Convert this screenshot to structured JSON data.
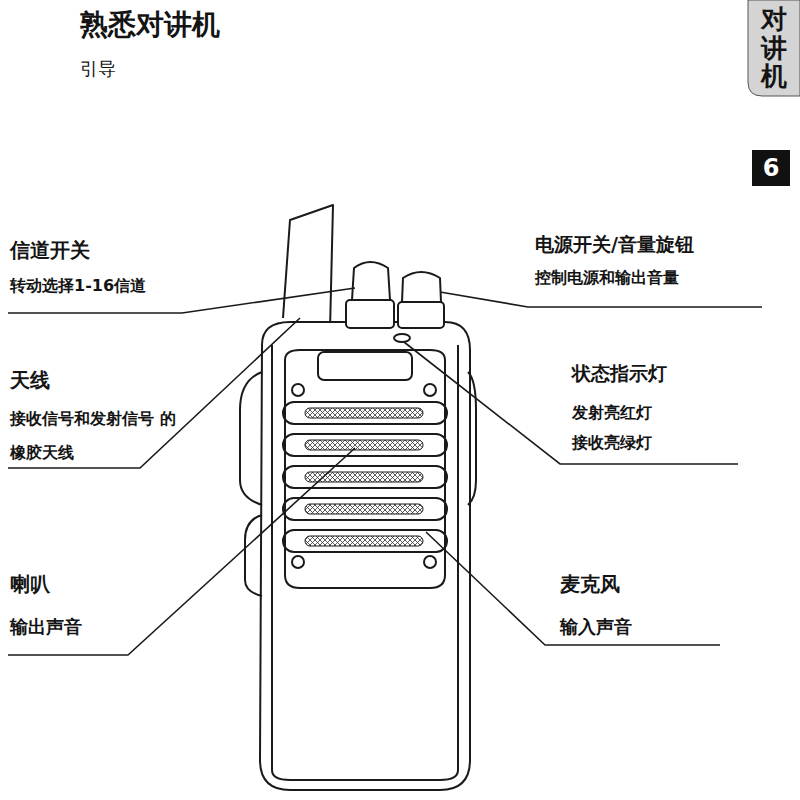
{
  "diagram": {
    "title": "熟悉对讲机",
    "nodes": [
      {
        "text": [
          "对讲机"
        ]
      },
      {
        "text": [
          "6"
        ]
      }
    ],
    "labels": [
      "引导",
      "信道开关",
      "转动选择1-16信道",
      "天线",
      "接收信号和发射信号 的橡胶天线",
      "喇叭",
      "输出声音",
      "电源开关/音量旋钮",
      "控制电源和输出音量",
      "状态指示灯",
      "发射亮红灯",
      "接收亮绿灯",
      "麦克风",
      "输入声音"
    ]
  }
}
